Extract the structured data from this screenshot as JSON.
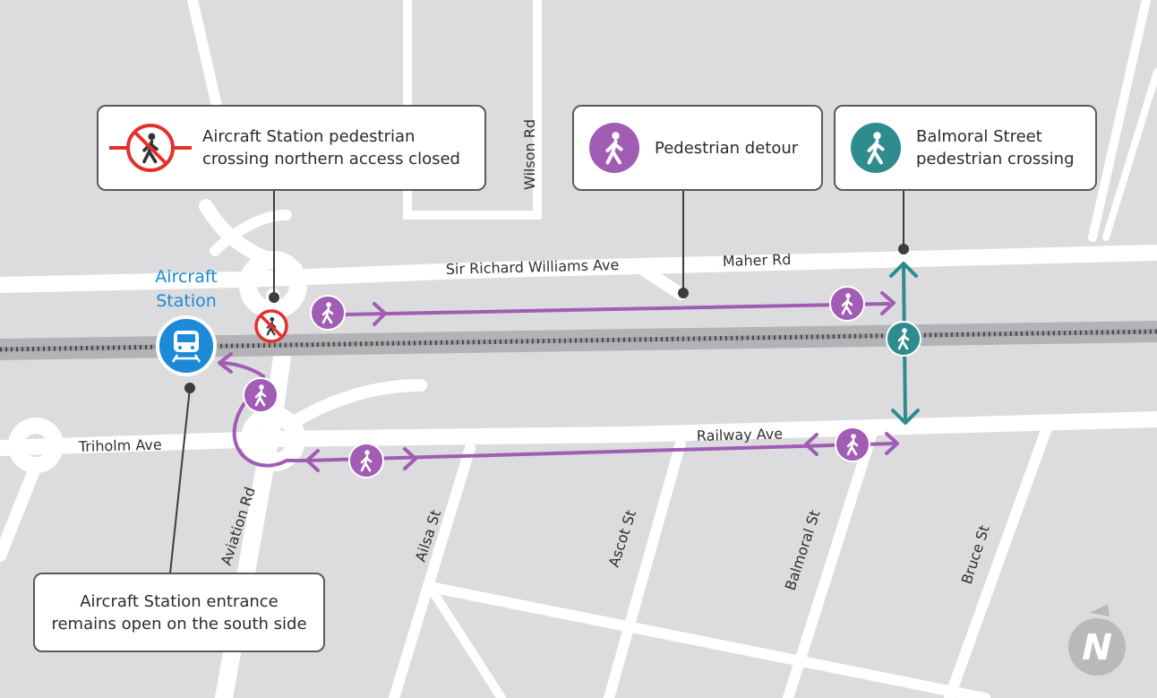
{
  "colors": {
    "land": "#dcdcde",
    "road": "#ffffff",
    "rail": "#b3b3b6",
    "detour": "#a15db3",
    "crossing": "#2e8c8f",
    "closed": "#e3312a",
    "station": "#1c8ad6",
    "callout_border": "#5a5a5c"
  },
  "callouts": {
    "closed": {
      "icon": "no-pedestrian-icon",
      "line1": "Aircraft Station pedestrian",
      "line2": "crossing northern access closed"
    },
    "detour": {
      "icon": "pedestrian-purple-icon",
      "line1": "Pedestrian detour"
    },
    "balmoral": {
      "icon": "pedestrian-teal-icon",
      "line1": "Balmoral Street",
      "line2": "pedestrian crossing"
    },
    "entrance": {
      "line1": "Aircraft Station entrance",
      "line2": "remains open on the south side"
    }
  },
  "station": {
    "line1": "Aircraft",
    "line2": "Station",
    "icon": "train-icon"
  },
  "roads": {
    "sir_richard": "Sir Richard Williams Ave",
    "maher": "Maher Rd",
    "wilson": "Wilson Rd",
    "triholm": "Triholm Ave",
    "railway": "Railway Ave",
    "aviation": "Aviation Rd",
    "ailsa": "Ailsa St",
    "ascot": "Ascot St",
    "balmoral": "Balmoral St",
    "bruce": "Bruce St"
  },
  "north_arrow": {
    "letter": "N",
    "icon": "north-arrow-icon"
  }
}
